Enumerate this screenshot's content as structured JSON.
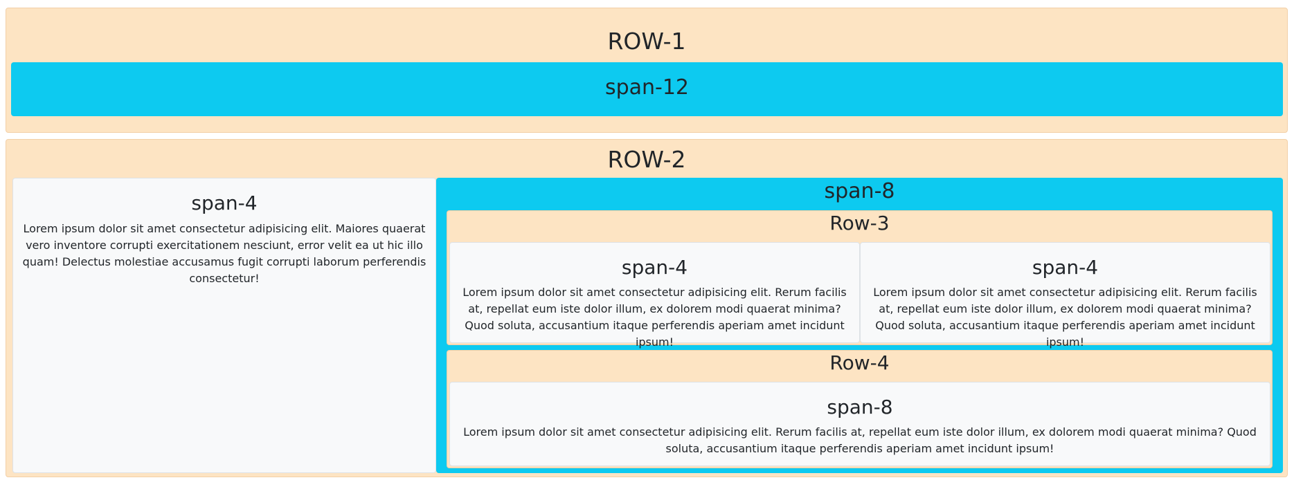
{
  "row1": {
    "title": "ROW-1",
    "span12_label": "span-12"
  },
  "row2": {
    "title": "ROW-2",
    "left": {
      "title": "span-4",
      "text": "Lorem ipsum dolor sit amet consectetur adipisicing elit. Maiores quaerat vero inventore corrupti exercitationem nesciunt, error velit ea ut hic illo quam! Delectus molestiae accusamus fugit corrupti laborum perferendis consectetur!"
    },
    "right": {
      "title": "span-8",
      "row3": {
        "title": "Row-3",
        "cols": [
          {
            "title": "span-4",
            "text": "Lorem ipsum dolor sit amet consectetur adipisicing elit. Rerum facilis at, repellat eum iste dolor illum, ex dolorem modi quaerat minima? Quod soluta, accusantium itaque perferendis aperiam amet incidunt ipsum!"
          },
          {
            "title": "span-4",
            "text": "Lorem ipsum dolor sit amet consectetur adipisicing elit. Rerum facilis at, repellat eum iste dolor illum, ex dolorem modi quaerat minima? Quod soluta, accusantium itaque perferendis aperiam amet incidunt ipsum!"
          }
        ]
      },
      "row4": {
        "title": "Row-4",
        "col": {
          "title": "span-8",
          "text": "Lorem ipsum dolor sit amet consectetur adipisicing elit. Rerum facilis at, repellat eum iste dolor illum, ex dolorem modi quaerat minima? Quod soluta, accusantium itaque perferendis aperiam amet incidunt ipsum!"
        }
      }
    }
  },
  "colors": {
    "peach": "#fde4c3",
    "cyan": "#0dcaf0",
    "light": "#f8f9fa"
  }
}
